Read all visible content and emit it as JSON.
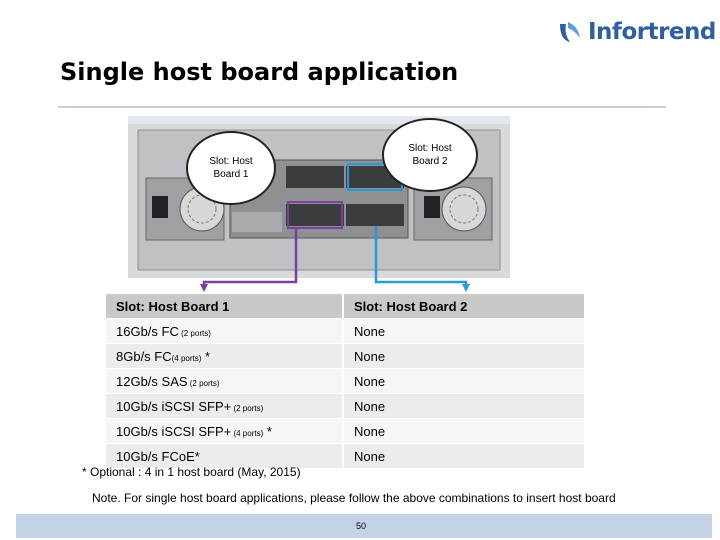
{
  "brand": {
    "logo_text": "Infortrend",
    "brand_color": "#2f5fa0"
  },
  "slide": {
    "title": "Single host board application"
  },
  "callouts": {
    "board1": {
      "line1": "Slot: Host",
      "line2": "Board 1",
      "line_color": "#7a3fa3"
    },
    "board2": {
      "line1": "Slot: Host",
      "line2": "Board 2",
      "line_color": "#2a9ad6"
    }
  },
  "table": {
    "headers": [
      "Slot: Host Board 1",
      "Slot: Host Board 2"
    ],
    "rows": [
      {
        "main": "16Gb/s FC",
        "detail": " (2 ports)",
        "suffix": "",
        "board2": "None"
      },
      {
        "main": "8Gb/s FC",
        "detail": "(4 ports)",
        "suffix": " *",
        "board2": "None"
      },
      {
        "main": "12Gb/s SAS",
        "detail": " (2 ports)",
        "suffix": "",
        "board2": "None"
      },
      {
        "main": "10Gb/s iSCSI SFP+",
        "detail": " (2 ports)",
        "suffix": "",
        "board2": "None"
      },
      {
        "main": "10Gb/s iSCSI SFP+",
        "detail": " (4 ports)",
        "suffix": " *",
        "board2": "None"
      },
      {
        "main": "10Gb/s FCoE*",
        "detail": "",
        "suffix": "",
        "board2": "None"
      }
    ]
  },
  "footnotes": {
    "optional": "* Optional : 4 in 1 host board (May, 2015)",
    "note": "Note. For single host board applications, please follow the above combinations to insert host board"
  },
  "footer": {
    "page_number": "50"
  }
}
